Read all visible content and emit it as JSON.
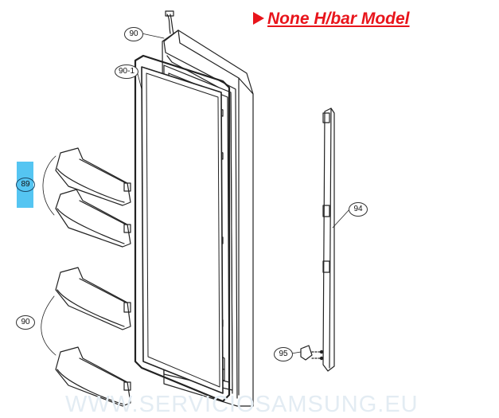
{
  "title": "None H/bar  Model",
  "callouts": {
    "door_assy": "90",
    "gasket": "90-1",
    "guard_group": "89",
    "guard_lower": "90",
    "handle_bar": "94",
    "cap": "95"
  },
  "watermark": "WWW.SERVICIOSAMSUNG.EU",
  "colors": {
    "title": "#e8141b",
    "tab": "#55c5f2",
    "line": "#222222",
    "watermark": "#e3ecf3"
  }
}
